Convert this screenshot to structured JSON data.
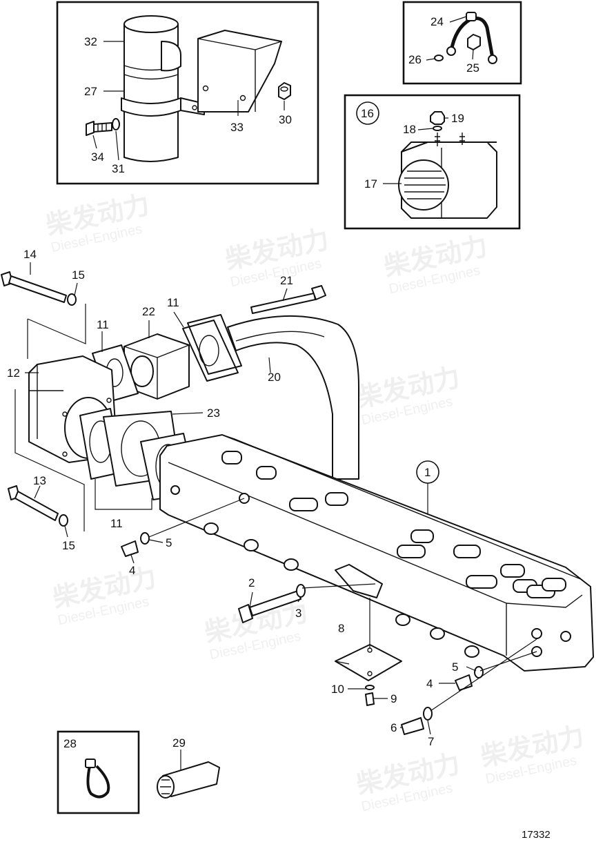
{
  "watermark": {
    "brand": "柴发动力",
    "sub": "Diesel-Engines"
  },
  "drawing_number": "17332",
  "callouts": {
    "c1": "1",
    "c2": "2",
    "c3": "3",
    "c4a": "4",
    "c4b": "4",
    "c5a": "5",
    "c5b": "5",
    "c6": "6",
    "c7": "7",
    "c8": "8",
    "c9": "9",
    "c10": "10",
    "c11a": "11",
    "c11b": "11",
    "c11c": "11",
    "c12": "12",
    "c13": "13",
    "c14": "14",
    "c15a": "15",
    "c15b": "15",
    "c16": "16",
    "c17": "17",
    "c18": "18",
    "c19": "19",
    "c20": "20",
    "c21": "21",
    "c22": "22",
    "c23": "23",
    "c24": "24",
    "c25": "25",
    "c26": "26",
    "c27": "27",
    "c28": "28",
    "c29": "29",
    "c30": "30",
    "c31": "31",
    "c32": "32",
    "c33": "33",
    "c34": "34"
  }
}
